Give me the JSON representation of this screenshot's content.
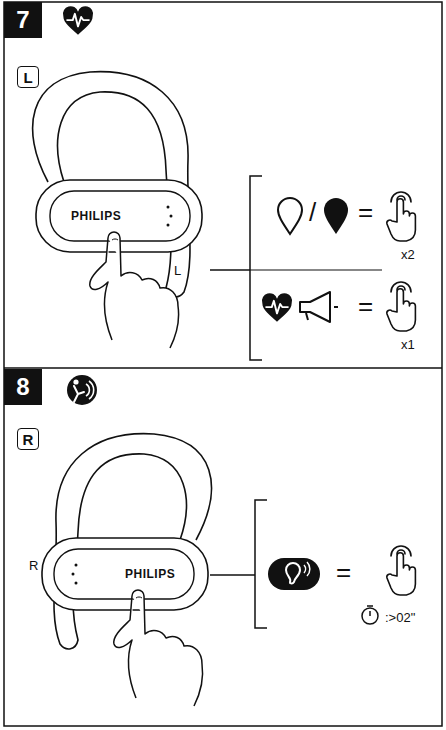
{
  "diagram": {
    "nodes": [
      {
        "text": [
          "7"
        ]
      },
      {
        "text": [
          "L"
        ]
      },
      {
        "text": [
          "8"
        ]
      },
      {
        "text": [
          "R"
        ]
      }
    ],
    "labels": [
      "PHILIPS",
      "L",
      "/",
      "=",
      "x2",
      "=",
      "x1",
      "PHILIPS",
      "R",
      "=",
      ":>02\""
    ]
  }
}
